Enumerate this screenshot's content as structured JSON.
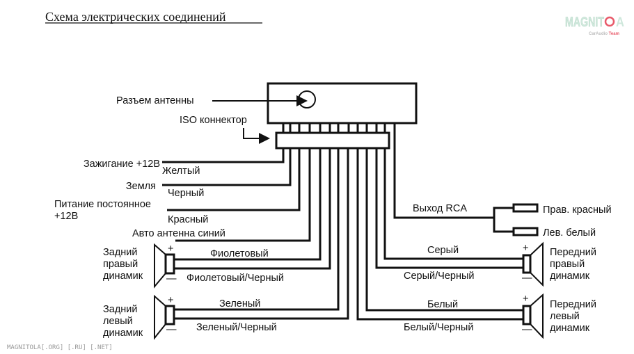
{
  "title": "Схема электрических соединений",
  "logo": {
    "main": "MAGNITOLA",
    "sub_left": "CarAudio",
    "sub_right": "Team",
    "color_main": "#cfe8dc",
    "color_accent": "#e85a6a"
  },
  "watermark": "MAGNITOLA[.ORG] [.RU] [.NET]",
  "head_unit": {
    "antenna_label": "Разъем антенны",
    "iso_label": "ISO коннектор"
  },
  "left_wires": [
    {
      "function": "Зажигание +12В",
      "color": "Желтый"
    },
    {
      "function": "Земля",
      "color": "Черный"
    },
    {
      "function_line1": "Питание постоянное",
      "function_line2": "+12В",
      "color": "Красный"
    },
    {
      "function": "Авто антенна синий"
    }
  ],
  "rear_right_speaker": {
    "line1": "Задний",
    "line2": "правый",
    "line3": "динамик",
    "plus_wire": "Фиолетовый",
    "minus_wire": "Фиолетовый/Черный"
  },
  "rear_left_speaker": {
    "line1": "Задний",
    "line2": "левый",
    "line3": "динамик",
    "plus_wire": "Зеленый",
    "minus_wire": "Зеленый/Черный"
  },
  "rca": {
    "label": "Выход RCA",
    "right": "Прав. красный",
    "left": "Лев. белый"
  },
  "front_right_speaker": {
    "line1": "Передний",
    "line2": "правый",
    "line3": "динамик",
    "plus_wire": "Серый",
    "minus_wire": "Серый/Черный"
  },
  "front_left_speaker": {
    "line1": "Передний",
    "line2": "левый",
    "line3": "динамик",
    "plus_wire": "Белый",
    "minus_wire": "Белый/Черный"
  },
  "polarity": {
    "plus": "+",
    "minus": "—"
  }
}
